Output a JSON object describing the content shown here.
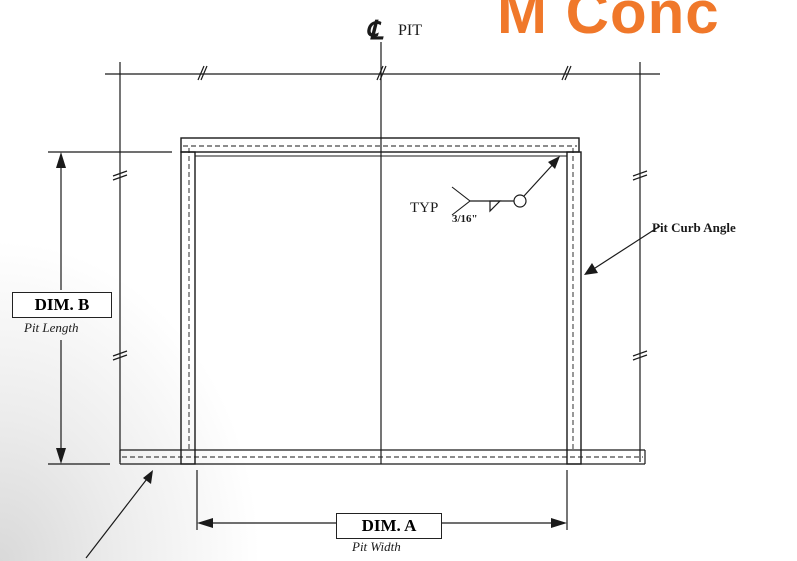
{
  "banner": {
    "text": "M Conc"
  },
  "centerline": {
    "symbol": "℄",
    "label": "PIT"
  },
  "weld": {
    "typ_label": "TYP",
    "size": "3/16\""
  },
  "callouts": {
    "curb_angle": "Pit Curb Angle"
  },
  "dim_a": {
    "label": "DIM. A",
    "subtitle": "Pit Width"
  },
  "dim_b": {
    "label": "DIM. B",
    "subtitle": "Pit Length"
  },
  "colors": {
    "banner": "#f0782a",
    "line": "#1a1a1a"
  }
}
